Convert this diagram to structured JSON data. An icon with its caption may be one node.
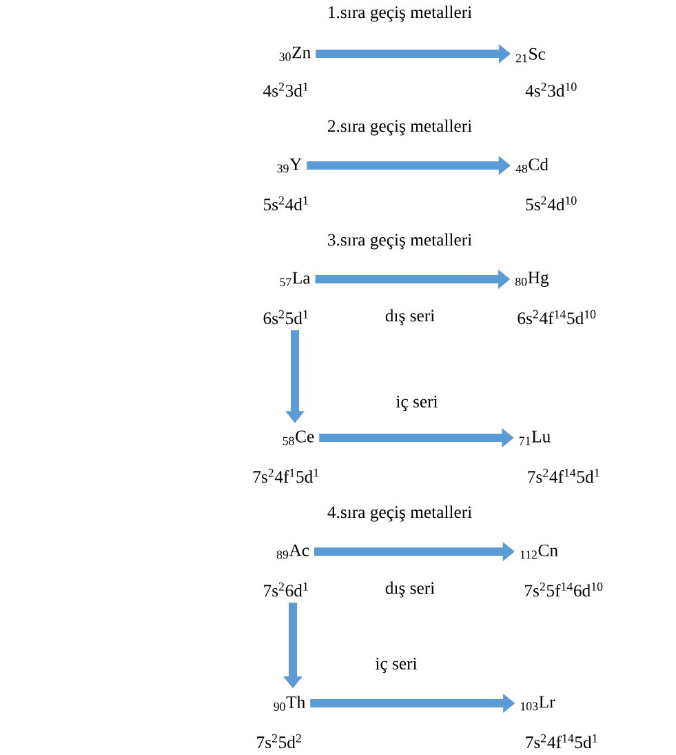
{
  "diagram": {
    "nodes": [
      {
        "text": [
          "$_{30}$Zn"
        ],
        "beside": [
          "4s$^{2}$3d$^{1}$"
        ]
      },
      {
        "text": [
          "$_{21}$Sc"
        ],
        "beside": [
          "4s$^{2}$3d$^{10}$"
        ]
      },
      {
        "text": [
          "$_{39}$Y"
        ],
        "beside": [
          "5s$^{2}$4d$^{1}$"
        ]
      },
      {
        "text": [
          "$_{48}$Cd"
        ],
        "beside": [
          "5s$^{2}$4d$^{10}$"
        ]
      },
      {
        "text": [
          "$_{57}$La"
        ],
        "beside": [
          "6s$^{2}$5d$^{1}$"
        ]
      },
      {
        "text": [
          "$_{80}$Hg"
        ],
        "beside": [
          "6s$^{2}$4f$^{14}$5d$^{10}$"
        ]
      },
      {
        "text": [
          "$_{58}$Ce"
        ],
        "beside": [
          "7s$^{2}$4f$^{1}$5d$^{1}$"
        ]
      },
      {
        "text": [
          "$_{71}$Lu"
        ],
        "beside": [
          "7s$^{2}$4f$^{14}$5d$^{1}$"
        ]
      },
      {
        "text": [
          "$_{89}$Ac"
        ],
        "beside": [
          "7s$^{2}$6d$^{1}$"
        ]
      },
      {
        "text": [
          "$_{112}$Cn"
        ],
        "beside": [
          "7s$^{2}$5f$^{14}$6d$^{10}$"
        ]
      },
      {
        "text": [
          "$_{90}$Th"
        ],
        "beside": [
          "7s$^{2}$5d$^{2}$"
        ]
      },
      {
        "text": [
          "$_{103}$Lr"
        ],
        "beside": [
          "7s$^{2}$4f$^{14}$5d$^{1}$"
        ]
      }
    ],
    "edges": [
      {
        "from": 0,
        "to": 1,
        "arrow": "to"
      },
      {
        "from": 2,
        "to": 3,
        "arrow": "to"
      },
      {
        "from": 4,
        "to": 5,
        "arrow": "to"
      },
      {
        "from": 4,
        "to": 6,
        "arrow": "to"
      },
      {
        "from": 6,
        "to": 7,
        "arrow": "to"
      },
      {
        "from": 8,
        "to": 9,
        "arrow": "to"
      },
      {
        "from": 8,
        "to": 10,
        "arrow": "to"
      },
      {
        "from": 10,
        "to": 11,
        "arrow": "to"
      }
    ],
    "labels": [
      "1.sıra geçiş metalleri",
      "2.sıra geçiş metalleri",
      "3.sıra geçiş metalleri",
      "dış seri",
      "iç seri",
      "4.sıra geçiş metalleri",
      "dış seri",
      "iç seri"
    ]
  }
}
